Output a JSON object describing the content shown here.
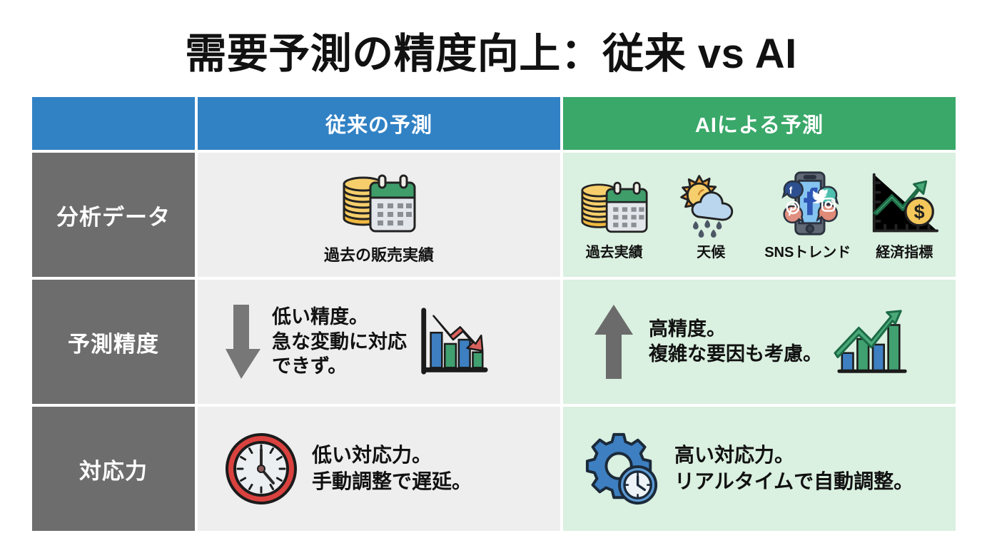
{
  "title": "需要予測の精度向上：従来 vs AI",
  "table": {
    "header": {
      "corner_label": "",
      "columns": [
        {
          "label": "従来の予測",
          "color": "#3182c4"
        },
        {
          "label": "AIによる予測",
          "color": "#3aa869"
        }
      ]
    },
    "row_label_color": "#6d6d6d",
    "rows": [
      {
        "label": "分析データ",
        "traditional": {
          "bg": "#eeeeee",
          "items": [
            {
              "icon": "coins-calendar-icon",
              "caption": "過去の販売実績"
            }
          ]
        },
        "ai": {
          "bg": "#daf0e0",
          "items": [
            {
              "icon": "coins-calendar-icon",
              "caption": "過去実績"
            },
            {
              "icon": "sun-cloud-rain-icon",
              "caption": "天候"
            },
            {
              "icon": "smartphone-social-icon",
              "caption": "SNSトレンド"
            },
            {
              "icon": "chart-dollar-icon",
              "caption": "経済指標"
            }
          ]
        }
      },
      {
        "label": "予測精度",
        "traditional": {
          "bg": "#eeeeee",
          "arrow_icon": "arrow-down-icon",
          "arrow_color": "#777777",
          "text_lines": [
            "低い精度。",
            "急な変動に対応",
            "できず。"
          ],
          "chart_icon": "declining-bar-chart-icon"
        },
        "ai": {
          "bg": "#daf0e0",
          "arrow_icon": "arrow-up-icon",
          "arrow_color": "#6b6b6b",
          "text_lines": [
            "高精度。",
            "複雑な要因も考慮。"
          ],
          "chart_icon": "rising-bar-chart-icon"
        }
      },
      {
        "label": "対応力",
        "traditional": {
          "bg": "#eeeeee",
          "icon": "red-clock-icon",
          "text_lines": [
            "低い対応力。",
            "手動調整で遅延。"
          ]
        },
        "ai": {
          "bg": "#daf0e0",
          "icon": "gear-clock-icon",
          "text_lines": [
            "高い対応力。",
            "リアルタイムで自動調整。"
          ]
        }
      }
    ]
  },
  "colors": {
    "accent_blue": "#3182c4",
    "accent_green": "#3aa869",
    "label_grey": "#6d6d6d",
    "body_grey": "#eeeeee",
    "body_green": "#daf0e0",
    "red": "#d9534f",
    "gold": "#f0c04a"
  }
}
